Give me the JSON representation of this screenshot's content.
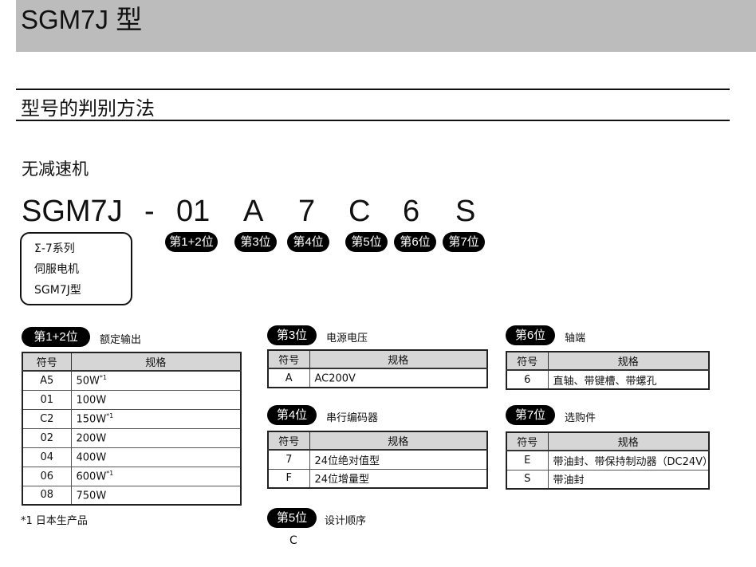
{
  "header": {
    "title": "SGM7J 型"
  },
  "section_title": "型号的判别方法",
  "subtitle": "无减速机",
  "model": {
    "parts": [
      "SGM7J",
      "-",
      "01",
      "A",
      "7",
      "C",
      "6",
      "S"
    ],
    "positions": [
      "第1+2位",
      "第3位",
      "第4位",
      "第5位",
      "第6位",
      "第7位"
    ]
  },
  "series_box": {
    "line1": "Σ-7系列",
    "line2": "伺服电机",
    "line3": "SGM7J型"
  },
  "col_code": "符号",
  "col_spec": "规格",
  "tables": [
    {
      "pill": "第1+2位",
      "caption": "额定输出",
      "rows": [
        [
          "A5",
          "50W",
          "*1"
        ],
        [
          "01",
          "100W",
          ""
        ],
        [
          "C2",
          "150W",
          "*1"
        ],
        [
          "02",
          "200W",
          ""
        ],
        [
          "04",
          "400W",
          ""
        ],
        [
          "06",
          "600W",
          "*1"
        ],
        [
          "08",
          "750W",
          ""
        ]
      ]
    },
    {
      "pill": "第3位",
      "caption": "电源电压",
      "rows": [
        [
          "A",
          "AC200V",
          ""
        ]
      ]
    },
    {
      "pill": "第4位",
      "caption": "串行编码器",
      "rows": [
        [
          "7",
          "24位绝对值型",
          ""
        ],
        [
          "F",
          "24位增量型",
          ""
        ]
      ]
    },
    {
      "pill": "第6位",
      "caption": "轴端",
      "rows": [
        [
          "6",
          "直轴、带键槽、带螺孔",
          ""
        ]
      ]
    },
    {
      "pill": "第7位",
      "caption": "选购件",
      "rows": [
        [
          "E",
          "带油封、带保持制动器（DC24V）",
          ""
        ],
        [
          "S",
          "带油封",
          ""
        ]
      ]
    }
  ],
  "footnote": "*1 日本生产品",
  "pos5": {
    "pill": "第5位",
    "caption": "设计顺序",
    "value": "C"
  }
}
